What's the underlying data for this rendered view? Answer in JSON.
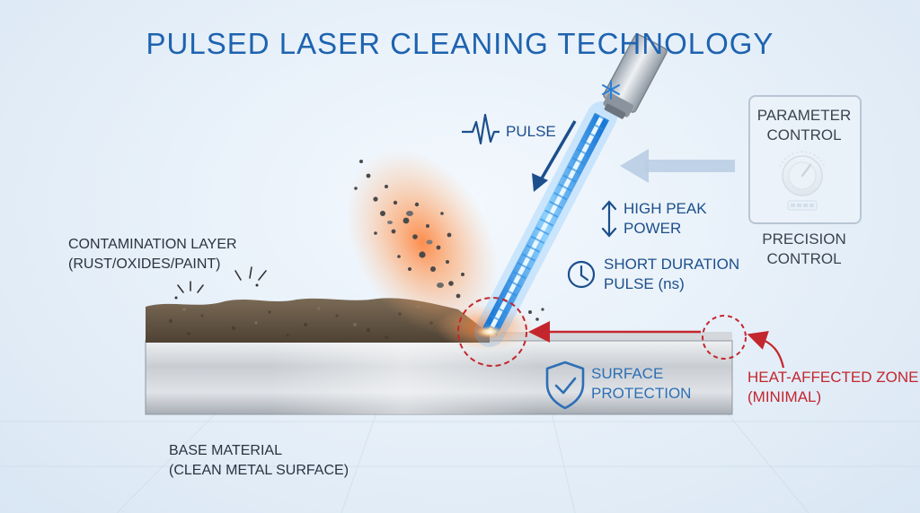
{
  "title": "PULSED LASER CLEANING TECHNOLOGY",
  "labels": {
    "pulse": "PULSE",
    "high_peak_power_1": "HIGH PEAK",
    "high_peak_power_2": "POWER",
    "short_duration_1": "SHORT DURATION",
    "short_duration_2": "PULSE (ns)",
    "parameter_control_1": "PARAMETER",
    "parameter_control_2": "CONTROL",
    "precision_control_1": "PRECISION",
    "precision_control_2": "CONTROL",
    "contamination_1": "CONTAMINATION LAYER",
    "contamination_2": "(RUST/OXIDES/PAINT)",
    "surface_protection_1": "SURFACE",
    "surface_protection_2": "PROTECTION",
    "haz_1": "HEAT-AFFECTED ZONE",
    "haz_2": "(MINIMAL)",
    "base_material_1": "BASE MATERIAL",
    "base_material_2": "(CLEAN METAL SURFACE)"
  },
  "colors": {
    "title": "#1e63b0",
    "laser_beam": "#2f9cf0",
    "heat_zone": "#c4262e",
    "shield": "#2d6fb5",
    "contamination": "#6b5a44",
    "base_metal": "#b9bec4"
  },
  "icons": [
    "pulse-wave-icon",
    "up-down-arrow-icon",
    "clock-icon",
    "shield-check-icon",
    "dial-knob-icon",
    "snowflake-icon"
  ]
}
